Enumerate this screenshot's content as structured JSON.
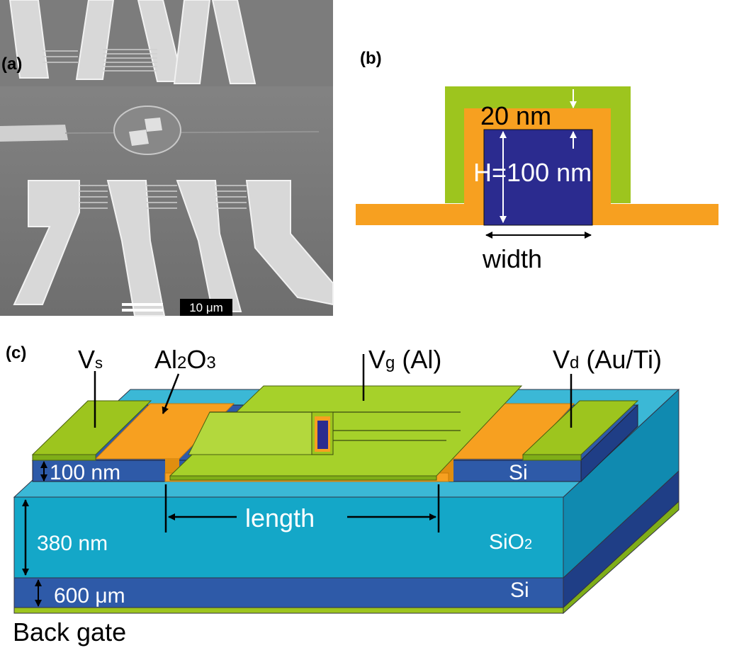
{
  "panel_a": {
    "label": "(a)",
    "scale_bar": "10 μm"
  },
  "panel_b": {
    "label": "(b)",
    "thickness": "20 nm",
    "height": "H=100 nm",
    "width": "width"
  },
  "panel_c": {
    "label": "(c)",
    "source_main": "V",
    "source_sub": "s",
    "oxide_main": "Al",
    "oxide_sub1": "2",
    "oxide_mid": "O",
    "oxide_sub2": "3",
    "gate_main": "V",
    "gate_sub": "g",
    "gate_suffix": " (Al)",
    "drain_main": "V",
    "drain_sub": "d",
    "drain_suffix": " (Au/Ti)",
    "si_thickness": "100 nm",
    "si_top_label": "Si",
    "channel_length": "length",
    "box_thickness": "380 nm",
    "box_main": "SiO",
    "box_sub": "2",
    "substrate_thickness": "600 μm",
    "si_substrate_label": "Si",
    "back_gate": "Back gate"
  },
  "colors": {
    "metal_green": "#9dc51e",
    "oxide_orange": "#f7a020",
    "silicon_blue": "#2e5aa8",
    "silicon_dark": "#1f3e86",
    "box_cyan": "#14a7c8",
    "box_cyan_light": "#3bb8d6",
    "nanowire_navy": "#2b2b8f"
  },
  "icons": [
    "dimension-arrow-icon",
    "pointer-arrow-icon"
  ]
}
